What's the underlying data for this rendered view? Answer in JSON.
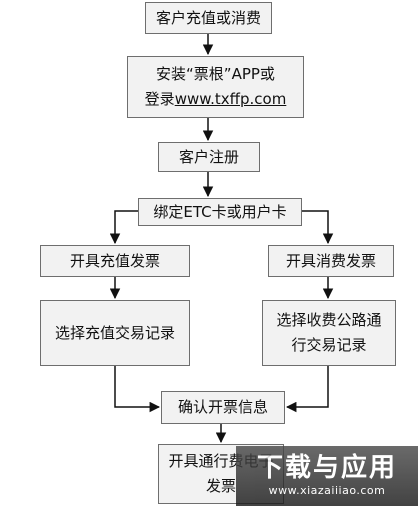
{
  "nodes": {
    "consume": "客户充值或消费",
    "install_prefix": "安装“票根”APP或",
    "install_line2_prefix": "登录",
    "install_link": "www.txffp.com",
    "register": "客户注册",
    "bind": "绑定ETC卡或用户卡",
    "recharge_invoice": "开具充值发票",
    "consume_invoice": "开具消费发票",
    "select_recharge": "选择充值交易记录",
    "select_toll": "选择收费公路通行交易记录",
    "confirm": "确认开票信息",
    "issue_final": "开具通行费电子发票"
  },
  "colors": {
    "box_fill": "#f2f2f2",
    "box_border": "#6e6e6e",
    "arrow": "#111111"
  },
  "watermark": {
    "title": "下载与应用",
    "url": "www.xiazaiiiao.com"
  }
}
